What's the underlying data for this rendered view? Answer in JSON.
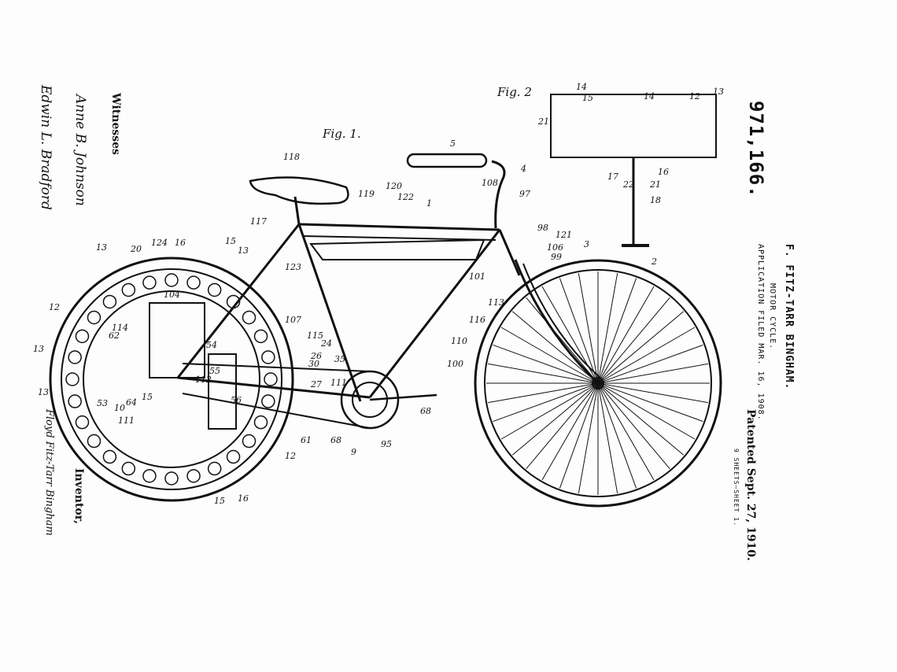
{
  "patent": {
    "number": "971,166.",
    "inventor_line": "F. FITZ-TARR BINGHAM.",
    "title": "MOTOR CYCLE.",
    "application": "APPLICATION FILED MAR. 16, 1908.",
    "patented": "Patented Sept. 27, 1910.",
    "sheets": "9 SHEETS—SHEET 1."
  },
  "witnesses": {
    "label": "Witnesses",
    "names": [
      "Anne B. Johnson",
      "Edwin L. Bradford"
    ]
  },
  "inventor": {
    "label": "Inventor,",
    "name": "Floyd Fitz-Tarr Bingham"
  },
  "figures": [
    "Fig. 1.",
    "Fig. 2"
  ],
  "reference_numerals": [
    "118",
    "5",
    "4",
    "108",
    "97",
    "119",
    "120",
    "122",
    "1",
    "117",
    "98",
    "121",
    "3",
    "106",
    "99",
    "2",
    "123",
    "101",
    "113",
    "116",
    "107",
    "110",
    "100",
    "115",
    "24",
    "26",
    "30",
    "35",
    "111",
    "27",
    "68",
    "95",
    "61",
    "68",
    "9",
    "13",
    "20",
    "124",
    "16",
    "15",
    "13",
    "104",
    "12",
    "114",
    "62",
    "53",
    "54",
    "55",
    "56",
    "112",
    "64",
    "10",
    "111",
    "15",
    "13",
    "13",
    "15",
    "16",
    "12",
    "14",
    "15",
    "14",
    "12",
    "13",
    "21",
    "17",
    "22",
    "21",
    "16",
    "18"
  ],
  "colors": {
    "ink": "#111111",
    "paper": "#fdfdfd"
  }
}
